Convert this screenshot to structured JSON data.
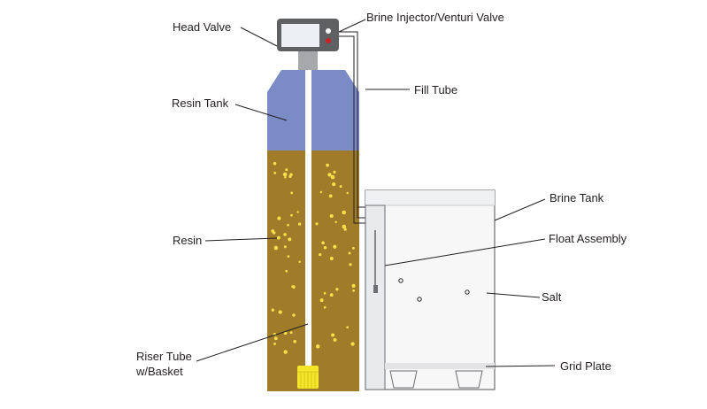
{
  "labels": {
    "head_valve": "Head Valve",
    "brine_injector": "Brine Injector/Venturi Valve",
    "fill_tube": "Fill Tube",
    "resin_tank": "Resin Tank",
    "brine_tank": "Brine Tank",
    "resin": "Resin",
    "float_assembly": "Float Assembly",
    "salt": "Salt",
    "riser_tube_line1": "Riser Tube",
    "riser_tube_line2": "w/Basket",
    "grid_plate": "Grid Plate"
  },
  "colors": {
    "resin_tank_top": "#7b8bc6",
    "resin_fill": "#a07c2a",
    "resin_beads": "#f6e04a",
    "riser_tube": "#ffffff",
    "basket": "#f5e62a",
    "valve_body": "#5f6062",
    "valve_screen": "#eceff4",
    "indicator_light": "#cf2027",
    "neck": "#a6a8ab",
    "brine_tank_outline": "#6d6e71",
    "brine_tank_fill": "#f7f7f8",
    "grid_plate": "#e4e4e6",
    "tube": "#231f20",
    "leader_line": "#231f20",
    "text": "#231f20"
  }
}
